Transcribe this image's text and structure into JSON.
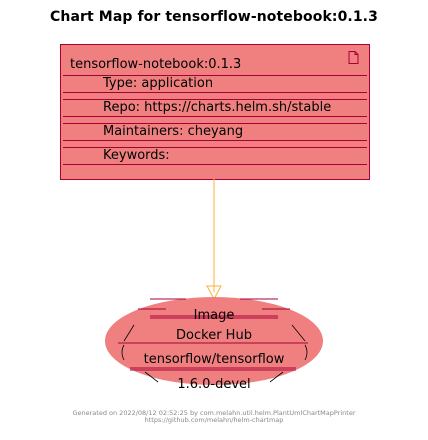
{
  "title": "Chart Map for tensorflow-notebook:0.1.3",
  "chart": {
    "name": "tensorflow-notebook:0.1.3",
    "type": "Type: application",
    "repo": "Repo: https://charts.helm.sh/stable",
    "maintainers": "Maintainers: cheyang",
    "keywords": "Keywords:"
  },
  "image": {
    "title": "Image",
    "registry": "Docker Hub",
    "repository": "tensorflow/tensorflow",
    "tag": "1.6.0-devel"
  },
  "footer": {
    "line1": "Generated on 2022/08/12 02:52:25 by com.melahn.util.helm.PlantUmlChartMapPrinter",
    "line2": "https://github.com/melahn/helm-chartmap"
  },
  "colors": {
    "fill": "#f08080",
    "border": "#a80036",
    "arrow": "#fbb03b"
  }
}
